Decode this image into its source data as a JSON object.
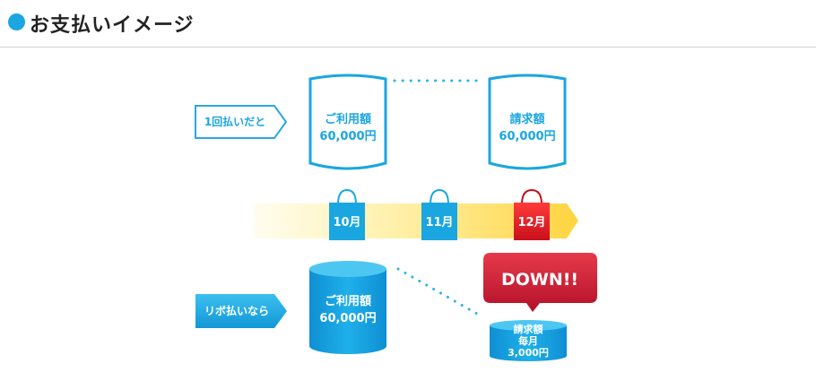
{
  "header": {
    "title": "お支払いイメージ"
  },
  "one_time": {
    "label": "1回払いだと",
    "usage_label": "ご利用額",
    "usage_amount": "60,000円",
    "bill_label": "請求額",
    "bill_amount": "60,000円"
  },
  "timeline": {
    "months": [
      "10月",
      "11月",
      "12月"
    ]
  },
  "revolving": {
    "label": "リボ払いなら",
    "usage_label": "ご利用額",
    "usage_amount": "60,000円",
    "bubble_text": "DOWN!!",
    "bill_label": "請求額",
    "bill_period": "毎月",
    "bill_amount": "3,000円"
  },
  "colors": {
    "accent_blue": "#1aa6e0",
    "light_blue": "#6cc9ef",
    "red": "#d61d2a",
    "timeline_yellow": "#ffd84a"
  }
}
